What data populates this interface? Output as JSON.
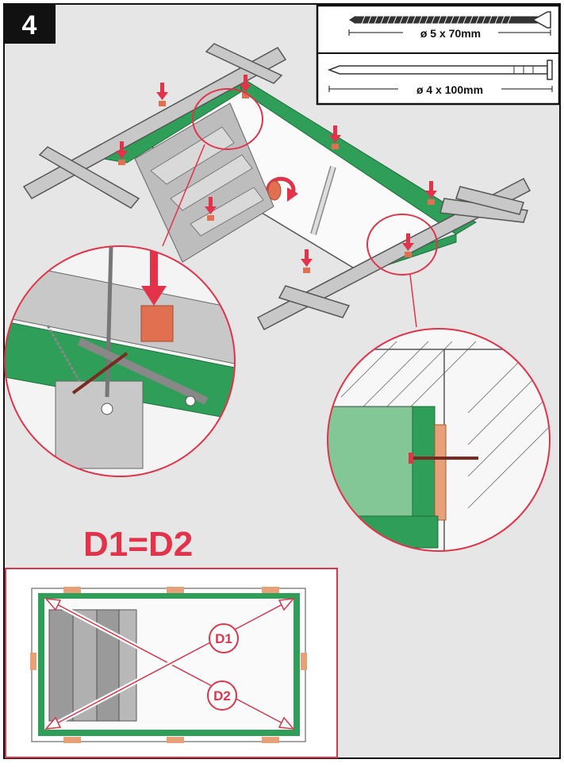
{
  "step_number": "4",
  "screws": [
    {
      "caption": "ø 5 x 70mm",
      "kind": "screw"
    },
    {
      "caption": "ø 4 x 100mm",
      "kind": "nail"
    }
  ],
  "equation": "D1=D2",
  "diagonals": [
    {
      "label": "D1"
    },
    {
      "label": "D2"
    }
  ],
  "colors": {
    "frame_green": "#2e9e58",
    "red": "#e2334a",
    "wedge_orange": "#e07050",
    "timber_gray": "#c8c8c8",
    "background_gray": "#e6e6e6"
  }
}
